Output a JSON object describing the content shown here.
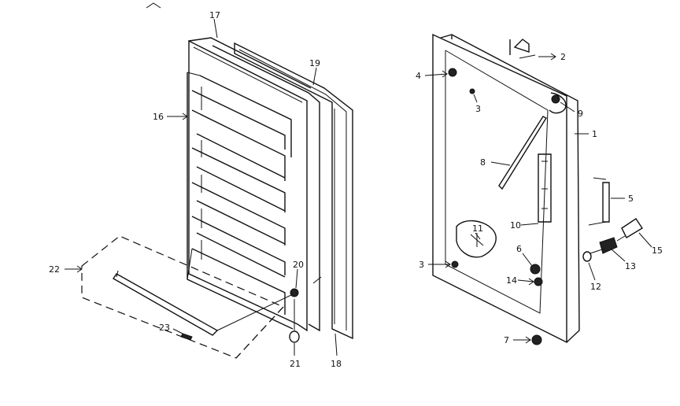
{
  "callouts": [
    {
      "id": "c1",
      "text": "1"
    },
    {
      "id": "c2",
      "text": "2"
    },
    {
      "id": "c3a",
      "text": "3"
    },
    {
      "id": "c3b",
      "text": "3"
    },
    {
      "id": "c4",
      "text": "4"
    },
    {
      "id": "c5",
      "text": "5"
    },
    {
      "id": "c6",
      "text": "6"
    },
    {
      "id": "c7",
      "text": "7"
    },
    {
      "id": "c8",
      "text": "8"
    },
    {
      "id": "c9",
      "text": "9"
    },
    {
      "id": "c10",
      "text": "10"
    },
    {
      "id": "c11",
      "text": "11"
    },
    {
      "id": "c12",
      "text": "12"
    },
    {
      "id": "c13",
      "text": "13"
    },
    {
      "id": "c14",
      "text": "14"
    },
    {
      "id": "c15",
      "text": "15"
    },
    {
      "id": "c16",
      "text": "16"
    },
    {
      "id": "c17",
      "text": "17"
    },
    {
      "id": "c18",
      "text": "18"
    },
    {
      "id": "c19",
      "text": "19"
    },
    {
      "id": "c20",
      "text": "20"
    },
    {
      "id": "c21",
      "text": "21"
    },
    {
      "id": "c22",
      "text": "22"
    },
    {
      "id": "c23",
      "text": "23"
    }
  ]
}
